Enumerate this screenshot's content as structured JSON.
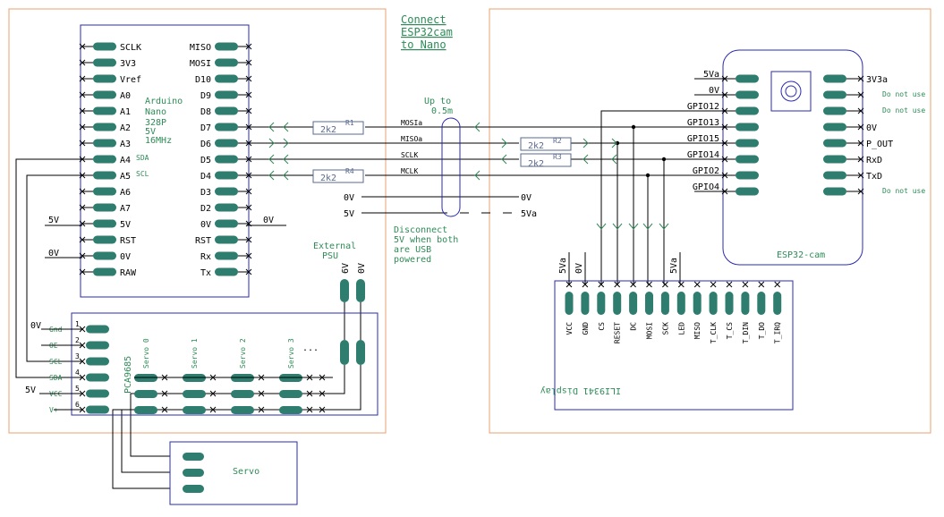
{
  "title": [
    "Connect",
    "ESP32cam",
    "to Nano"
  ],
  "nano": {
    "left_pins": [
      "SCLK",
      "3V3",
      "Vref",
      "A0",
      "A1",
      "A2",
      "A3",
      "A4",
      "A5",
      "A6",
      "A7",
      "5V",
      "RST",
      "0V",
      "RAW"
    ],
    "right_pins": [
      "MISO",
      "MOSI",
      "D10",
      "D9",
      "D8",
      "D7",
      "D6",
      "D5",
      "D4",
      "D3",
      "D2",
      "0V",
      "RST",
      "Rx",
      "Tx"
    ],
    "info": [
      "Arduino",
      "Nano",
      "328P",
      "5V",
      "16MHz"
    ],
    "sda": "SDA",
    "scl": "SCL",
    "ext_5v": "5V",
    "ext_0v_left": "0V",
    "ext_0v_right": "0V"
  },
  "resistors": [
    {
      "value": "2k2",
      "name": "R1"
    },
    {
      "value": "2k2",
      "name": "R2"
    },
    {
      "value": "2k2",
      "name": "R3"
    },
    {
      "value": "2k2",
      "name": "R4"
    }
  ],
  "signals": [
    "MOSIa",
    "MISOa",
    "SCLK",
    "MCLK"
  ],
  "cable_note": [
    "Up to",
    "0.5m"
  ],
  "rails": {
    "left_0v": "0V",
    "left_5v": "5V",
    "right_0v": "0V",
    "right_5v": "5Va"
  },
  "disconnect_note": [
    "Disconnect",
    "5V when both",
    "are USB",
    "powered"
  ],
  "esp32": {
    "left_pins": [
      "5Va",
      "0V",
      "GPIO12",
      "GPIO13",
      "GPIO15",
      "GPIO14",
      "GPIO2",
      "GPIO4"
    ],
    "right_pins": [
      "3V3a",
      "Do not use",
      "Do not use",
      "0V",
      "P_OUT",
      "RxD",
      "TxD",
      "Do not use"
    ],
    "label": "ESP32-cam"
  },
  "display": {
    "pins": [
      "VCC",
      "GND",
      "CS",
      "RESET",
      "DC",
      "MOSI",
      "SCK",
      "LED",
      "MISO",
      "T_CLK",
      "T_CS",
      "T_DIN",
      "T_DO",
      "T_IRQ"
    ],
    "label": "ILI9341 Display",
    "top_5v": "5Va",
    "top_0v": "0V",
    "top_5v_led": "5Va"
  },
  "psu": {
    "label": [
      "External",
      "PSU"
    ],
    "pins": [
      "6V",
      "0V"
    ]
  },
  "pca": {
    "label": "PCA9685",
    "pin_numbers": [
      "1",
      "2",
      "3",
      "4",
      "5",
      "6"
    ],
    "pin_names": [
      "Gnd",
      "OE",
      "SCL",
      "SDA",
      "VCC",
      "V+"
    ],
    "ext_0v": "0V",
    "ext_5v": "5V",
    "servo_labels": [
      "Servo 0",
      "Servo 1",
      "Servo 2",
      "Servo 3",
      "..."
    ]
  },
  "servo_label": "Servo"
}
